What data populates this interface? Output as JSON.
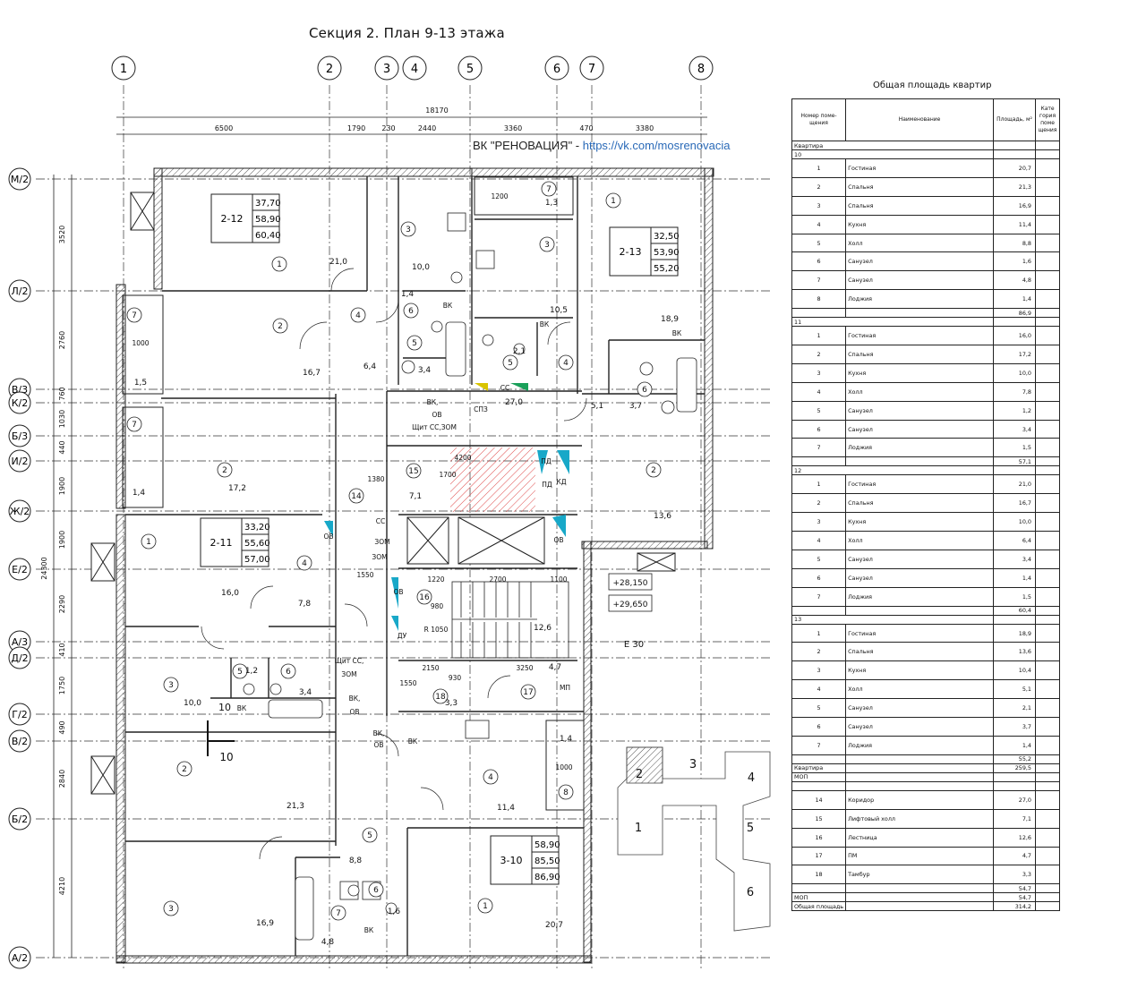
{
  "plan": {
    "title": "Секция 2. План 9-13 этажа",
    "watermark_prefix": "ВК \"РЕНОВАЦИЯ\" - ",
    "watermark_url": "https://vk.com/mosrenovacia",
    "axes_top": [
      "1",
      "2",
      "3",
      "4",
      "5",
      "6",
      "7",
      "8"
    ],
    "axes_left": [
      "М/2",
      "Л/2",
      "В/3",
      "К/2",
      "Б/3",
      "И/2",
      "Ж/2",
      "Е/2",
      "А/3",
      "Д/2",
      "Г/2",
      "В/2",
      "Б/2",
      "А/2"
    ],
    "dims_top_total": "18170",
    "dims_top": [
      "6500",
      "1790",
      "230",
      "2440",
      "3360",
      "470",
      "3380"
    ],
    "dims_left": [
      "3520",
      "2760",
      "760",
      "1030",
      "440",
      "1900",
      "1900",
      "2290",
      "410",
      "1750",
      "490",
      "2840",
      "4210"
    ],
    "dims_left_total": "24300",
    "apartments": [
      {
        "code": "2-12",
        "a": "37,70",
        "b": "58,90",
        "c": "60,40"
      },
      {
        "code": "2-13",
        "a": "32,50",
        "b": "53,90",
        "c": "55,20"
      },
      {
        "code": "2-11",
        "a": "33,20",
        "b": "55,60",
        "c": "57,00"
      },
      {
        "code": "3-10",
        "a": "58,90",
        "b": "85,50",
        "c": "86,90"
      }
    ],
    "room_numbers": [
      "1",
      "2",
      "3",
      "4",
      "5",
      "6",
      "7",
      "8",
      "14",
      "15",
      "16",
      "17",
      "18"
    ],
    "room_areas": [
      "21,0",
      "10,0",
      "1,4",
      "3,4",
      "6,4",
      "16,7",
      "1,5",
      "17,2",
      "1,4",
      "16,0",
      "7,8",
      "1,2",
      "3,4",
      "10,0",
      "10,5",
      "2,1",
      "18,9",
      "3,7",
      "5,1",
      "27,0",
      "13,6",
      "7,1",
      "12,6",
      "4,7",
      "3,3",
      "11,4",
      "1,4",
      "21,3",
      "8,8",
      "16,9",
      "4,8",
      "1,6",
      "20,7",
      "1,3"
    ],
    "dim_labels": [
      "1200",
      "1000",
      "1550",
      "4200",
      "1700",
      "1380",
      "1220",
      "2700",
      "1100",
      "980",
      "2150",
      "3250",
      "1550",
      "930",
      "1000",
      "R 1050"
    ],
    "equipment_labels": [
      "ВК",
      "ОВ",
      "СПЗ",
      "СС",
      "ПД",
      "КД",
      "ЗОМ",
      "ДУ",
      "МП",
      "ВК,",
      "Щит СС,ЗОМ",
      "Щит СС,",
      "ЗОМ"
    ],
    "elevations": [
      "+28,150",
      "+29,650"
    ],
    "e_label": "Е 30",
    "section_mark": "10",
    "keyplan_sections": [
      "1",
      "2",
      "3",
      "4",
      "5",
      "6"
    ]
  },
  "table": {
    "title": "Общая площадь квартир",
    "headers": [
      "Номер поме- щения",
      "Наименование",
      "Площадь, м²",
      "Кате гория поме щения"
    ],
    "kvartira_label": "Квартира",
    "apartments": [
      {
        "no": "10",
        "rows": [
          [
            "1",
            "Гостиная",
            "20,7"
          ],
          [
            "2",
            "Спальня",
            "21,3"
          ],
          [
            "3",
            "Спальня",
            "16,9"
          ],
          [
            "4",
            "Кухня",
            "11,4"
          ],
          [
            "5",
            "Холл",
            "8,8"
          ],
          [
            "6",
            "Санузел",
            "1,6"
          ],
          [
            "7",
            "Санузел",
            "4,8"
          ],
          [
            "8",
            "Лоджия",
            "1,4"
          ]
        ],
        "total": "86,9"
      },
      {
        "no": "11",
        "rows": [
          [
            "1",
            "Гостиная",
            "16,0"
          ],
          [
            "2",
            "Спальня",
            "17,2"
          ],
          [
            "3",
            "Кухня",
            "10,0"
          ],
          [
            "4",
            "Холл",
            "7,8"
          ],
          [
            "5",
            "Санузел",
            "1,2"
          ],
          [
            "6",
            "Санузел",
            "3,4"
          ],
          [
            "7",
            "Лоджия",
            "1,5"
          ]
        ],
        "total": "57,1"
      },
      {
        "no": "12",
        "rows": [
          [
            "1",
            "Гостиная",
            "21,0"
          ],
          [
            "2",
            "Спальня",
            "16,7"
          ],
          [
            "3",
            "Кухня",
            "10,0"
          ],
          [
            "4",
            "Холл",
            "6,4"
          ],
          [
            "5",
            "Санузел",
            "3,4"
          ],
          [
            "6",
            "Санузел",
            "1,4"
          ],
          [
            "7",
            "Лоджия",
            "1,5"
          ]
        ],
        "total": "60,4"
      },
      {
        "no": "13",
        "rows": [
          [
            "1",
            "Гостиная",
            "18,9"
          ],
          [
            "2",
            "Спальня",
            "13,6"
          ],
          [
            "3",
            "Кухня",
            "10,4"
          ],
          [
            "4",
            "Холл",
            "5,1"
          ],
          [
            "5",
            "Санузел",
            "2,1"
          ],
          [
            "6",
            "Санузел",
            "3,7"
          ],
          [
            "7",
            "Лоджия",
            "1,4"
          ]
        ],
        "total": "55,2"
      }
    ],
    "kvartira_total_label": "Квартира",
    "kvartira_total": "259,5",
    "mop_label": "МОП",
    "mop_rows": [
      [
        "14",
        "Коридор",
        "27,0"
      ],
      [
        "15",
        "Лифтовый холл",
        "7,1"
      ],
      [
        "16",
        "Лестница",
        "12,6"
      ],
      [
        "17",
        "ПМ",
        "4,7"
      ],
      [
        "18",
        "Тамбур",
        "3,3"
      ]
    ],
    "mop_sum": "54,7",
    "mop_total_label": "МОП",
    "mop_total": "54,7",
    "grand_label": "Общая площадь",
    "grand_total": "314,2"
  }
}
